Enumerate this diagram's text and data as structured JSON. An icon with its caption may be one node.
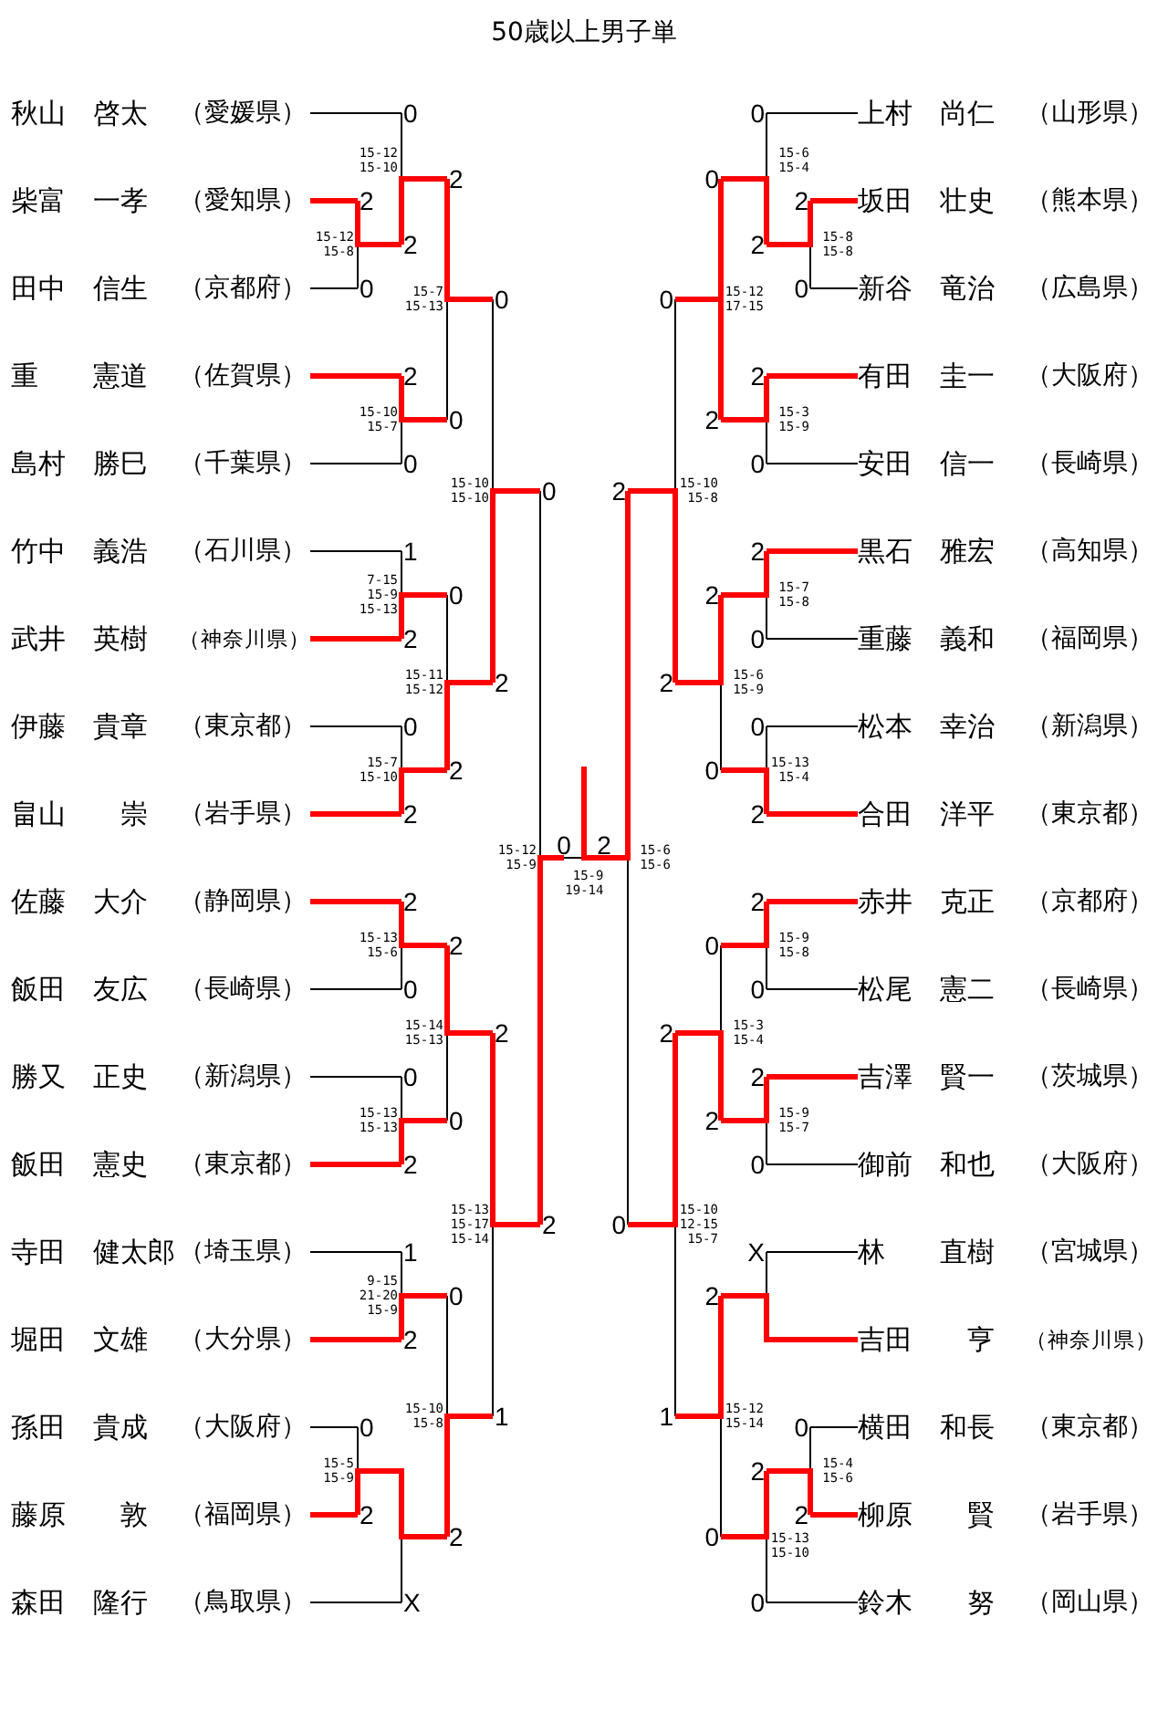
{
  "diagram": {
    "title": "50歳以上男子単",
    "nodes": [
      {
        "text": [
          "秋山　啓太",
          "（愛媛県）"
        ]
      },
      {
        "text": [
          "柴富　一孝",
          "（愛知県）"
        ]
      },
      {
        "text": [
          "田中　信生",
          "（京都府）"
        ]
      },
      {
        "text": [
          "重　　憲道",
          "（佐賀県）"
        ]
      },
      {
        "text": [
          "島村　勝巳",
          "（千葉県）"
        ]
      },
      {
        "text": [
          "竹中　義浩",
          "（石川県）"
        ]
      },
      {
        "text": [
          "武井　英樹",
          "（神奈川県）"
        ]
      },
      {
        "text": [
          "伊藤　貴章",
          "（東京都）"
        ]
      },
      {
        "text": [
          "畠山　　崇",
          "（岩手県）"
        ]
      },
      {
        "text": [
          "佐藤　大介",
          "（静岡県）"
        ]
      },
      {
        "text": [
          "飯田　友広",
          "（長崎県）"
        ]
      },
      {
        "text": [
          "勝又　正史",
          "（新潟県）"
        ]
      },
      {
        "text": [
          "飯田　憲史",
          "（東京都）"
        ]
      },
      {
        "text": [
          "寺田　健太郎",
          "（埼玉県）"
        ]
      },
      {
        "text": [
          "堀田　文雄",
          "（大分県）"
        ]
      },
      {
        "text": [
          "孫田　貴成",
          "（大阪府）"
        ]
      },
      {
        "text": [
          "藤原　　敦",
          "（福岡県）"
        ]
      },
      {
        "text": [
          "森田　隆行",
          "（鳥取県）"
        ]
      },
      {
        "text": [
          "上村　尚仁",
          "（山形県）"
        ]
      },
      {
        "text": [
          "坂田　壮史",
          "（熊本県）"
        ]
      },
      {
        "text": [
          "新谷　竜治",
          "（広島県）"
        ]
      },
      {
        "text": [
          "有田　圭一",
          "（大阪府）"
        ]
      },
      {
        "text": [
          "安田　信一",
          "（長崎県）"
        ]
      },
      {
        "text": [
          "黒石　雅宏",
          "（高知県）"
        ]
      },
      {
        "text": [
          "重藤　義和",
          "（福岡県）"
        ]
      },
      {
        "text": [
          "松本　幸治",
          "（新潟県）"
        ]
      },
      {
        "text": [
          "合田　洋平",
          "（東京都）"
        ]
      },
      {
        "text": [
          "赤井　克正",
          "（京都府）"
        ]
      },
      {
        "text": [
          "松尾　憲二",
          "（長崎県）"
        ]
      },
      {
        "text": [
          "吉澤　賢一",
          "（茨城県）"
        ]
      },
      {
        "text": [
          "御前　和也",
          "（大阪府）"
        ]
      },
      {
        "text": [
          "林　　直樹",
          "（宮城県）"
        ]
      },
      {
        "text": [
          "吉田　　亨",
          "（神奈川県）"
        ]
      },
      {
        "text": [
          "横田　和長",
          "（東京都）"
        ]
      },
      {
        "text": [
          "柳原　　賢",
          "（岩手県）"
        ]
      },
      {
        "text": [
          "鈴木　　努",
          "（岡山県）"
        ]
      },
      {
        "text": [
          "2"
        ]
      },
      {
        "text": [
          "0"
        ]
      },
      {
        "text": [
          "0"
        ]
      },
      {
        "text": [
          "2"
        ]
      },
      {
        "text": [
          "0"
        ]
      },
      {
        "text": [
          "2"
        ]
      },
      {
        "text": [
          "2"
        ]
      },
      {
        "text": [
          "0"
        ]
      },
      {
        "text": [
          "1"
        ]
      },
      {
        "text": [
          "2"
        ]
      },
      {
        "text": [
          "0"
        ]
      },
      {
        "text": [
          "2"
        ]
      },
      {
        "text": [
          "2"
        ]
      },
      {
        "text": [
          "0"
        ]
      },
      {
        "text": [
          "0"
        ]
      },
      {
        "text": [
          "2"
        ]
      },
      {
        "text": [
          "1"
        ]
      },
      {
        "text": [
          "2"
        ]
      },
      {
        "text": [
          "X"
        ]
      },
      {
        "text": [
          "2"
        ]
      },
      {
        "text": [
          "0"
        ]
      },
      {
        "text": [
          "0"
        ]
      },
      {
        "text": [
          "2"
        ]
      },
      {
        "text": [
          "2"
        ]
      },
      {
        "text": [
          "0"
        ]
      },
      {
        "text": [
          "0"
        ]
      },
      {
        "text": [
          "2"
        ]
      },
      {
        "text": [
          "0"
        ]
      },
      {
        "text": [
          "2"
        ]
      },
      {
        "text": [
          "2"
        ]
      },
      {
        "text": [
          "1"
        ]
      },
      {
        "text": [
          "0"
        ]
      },
      {
        "text": [
          "2"
        ]
      },
      {
        "text": [
          "0"
        ]
      },
      {
        "text": [
          "2"
        ]
      },
      {
        "text": [
          "2"
        ]
      },
      {
        "text": [
          "0"
        ]
      },
      {
        "text": [
          "0"
        ]
      },
      {
        "text": [
          "2"
        ]
      },
      {
        "text": [
          "0"
        ]
      },
      {
        "text": [
          "2"
        ]
      },
      {
        "text": [
          "2"
        ]
      },
      {
        "text": [
          "0"
        ]
      },
      {
        "text": [
          "2"
        ]
      },
      {
        "text": [
          "0"
        ]
      },
      {
        "text": [
          "0"
        ]
      },
      {
        "text": [
          "2"
        ]
      },
      {
        "text": [
          "2"
        ]
      },
      {
        "text": [
          "0"
        ]
      },
      {
        "text": [
          "2"
        ]
      },
      {
        "text": [
          "0"
        ]
      },
      {
        "text": [
          "X"
        ]
      },
      {
        "text": [
          "2"
        ]
      },
      {
        "text": [
          "0"
        ]
      },
      {
        "text": [
          "0"
        ]
      },
      {
        "text": [
          "2"
        ]
      },
      {
        "text": [
          "2"
        ]
      },
      {
        "text": [
          "0"
        ]
      },
      {
        "text": [
          "0"
        ]
      },
      {
        "text": [
          "2"
        ]
      },
      {
        "text": [
          "2"
        ]
      },
      {
        "text": [
          "0"
        ]
      },
      {
        "text": [
          "0"
        ]
      },
      {
        "text": [
          "2"
        ]
      },
      {
        "text": [
          "2"
        ]
      },
      {
        "text": [
          "1"
        ]
      },
      {
        "text": [
          "2"
        ]
      },
      {
        "text": [
          "0"
        ]
      }
    ],
    "edges": [
      {
        "from": 0,
        "to": 40,
        "arrow": "none"
      },
      {
        "from": 1,
        "to": 36,
        "arrow": "none",
        "style": "thick",
        "color": "#ff0000"
      },
      {
        "from": 2,
        "to": 37,
        "arrow": "none"
      },
      {
        "from": 3,
        "to": 42,
        "arrow": "none",
        "style": "thick",
        "color": "#ff0000"
      },
      {
        "from": 4,
        "to": 43,
        "arrow": "none"
      },
      {
        "from": 5,
        "to": 44,
        "arrow": "none"
      },
      {
        "from": 6,
        "to": 45,
        "arrow": "none",
        "style": "thick",
        "color": "#ff0000"
      },
      {
        "from": 7,
        "to": 46,
        "arrow": "none"
      },
      {
        "from": 8,
        "to": 47,
        "arrow": "none",
        "style": "thick",
        "color": "#ff0000"
      },
      {
        "from": 9,
        "to": 48,
        "arrow": "none",
        "style": "thick",
        "color": "#ff0000"
      },
      {
        "from": 10,
        "to": 49,
        "arrow": "none"
      },
      {
        "from": 11,
        "to": 50,
        "arrow": "none"
      },
      {
        "from": 12,
        "to": 51,
        "arrow": "none",
        "style": "thick",
        "color": "#ff0000"
      },
      {
        "from": 13,
        "to": 52,
        "arrow": "none"
      },
      {
        "from": 14,
        "to": 53,
        "arrow": "none",
        "style": "thick",
        "color": "#ff0000"
      },
      {
        "from": 15,
        "to": 38,
        "arrow": "none"
      },
      {
        "from": 16,
        "to": 39,
        "arrow": "none",
        "style": "thick",
        "color": "#ff0000"
      },
      {
        "from": 17,
        "to": 54,
        "arrow": "none"
      },
      {
        "from": 18,
        "to": 75,
        "arrow": "none"
      },
      {
        "from": 19,
        "to": 71,
        "arrow": "none",
        "style": "thick",
        "color": "#ff0000"
      },
      {
        "from": 20,
        "to": 72,
        "arrow": "none"
      },
      {
        "from": 21,
        "to": 77,
        "arrow": "none",
        "style": "thick",
        "color": "#ff0000"
      },
      {
        "from": 22,
        "to": 78,
        "arrow": "none"
      },
      {
        "from": 23,
        "to": 79,
        "arrow": "none",
        "style": "thick",
        "color": "#ff0000"
      },
      {
        "from": 24,
        "to": 80,
        "arrow": "none"
      },
      {
        "from": 25,
        "to": 81,
        "arrow": "none"
      },
      {
        "from": 26,
        "to": 82,
        "arrow": "none",
        "style": "thick",
        "color": "#ff0000"
      },
      {
        "from": 27,
        "to": 83,
        "arrow": "none",
        "style": "thick",
        "color": "#ff0000"
      },
      {
        "from": 28,
        "to": 84,
        "arrow": "none"
      },
      {
        "from": 29,
        "to": 85,
        "arrow": "none",
        "style": "thick",
        "color": "#ff0000"
      },
      {
        "from": 30,
        "to": 86,
        "arrow": "none"
      },
      {
        "from": 31,
        "to": 87,
        "arrow": "none"
      },
      {
        "from": 32,
        "to": 96,
        "arrow": "none",
        "style": "thick",
        "color": "#ff0000"
      },
      {
        "from": 33,
        "to": 73,
        "arrow": "none"
      },
      {
        "from": 34,
        "to": 74,
        "arrow": "none",
        "style": "thick",
        "color": "#ff0000"
      },
      {
        "from": 35,
        "to": 89,
        "arrow": "none"
      },
      {
        "from": 36,
        "to": 41,
        "arrow": "none",
        "style": "thick",
        "color": "#ff0000",
        "label": "15-12 15-8"
      },
      {
        "from": 37,
        "to": 41,
        "arrow": "none"
      },
      {
        "from": 40,
        "to": 55,
        "arrow": "none"
      },
      {
        "from": 41,
        "to": 55,
        "arrow": "none",
        "style": "thick",
        "color": "#ff0000",
        "label": "15-12 15-10"
      },
      {
        "from": 42,
        "to": 56,
        "arrow": "none",
        "style": "thick",
        "color": "#ff0000",
        "label": "15-10 15-7"
      },
      {
        "from": 43,
        "to": 56,
        "arrow": "none"
      },
      {
        "from": 55,
        "to": 63,
        "arrow": "none",
        "style": "thick",
        "color": "#ff0000",
        "label": "15-7 15-13"
      },
      {
        "from": 56,
        "to": 63,
        "arrow": "none"
      },
      {
        "from": 44,
        "to": 57,
        "arrow": "none"
      },
      {
        "from": 45,
        "to": 57,
        "arrow": "none",
        "style": "thick",
        "color": "#ff0000",
        "label": "7-15 15-9 15-13"
      },
      {
        "from": 46,
        "to": 58,
        "arrow": "none"
      },
      {
        "from": 47,
        "to": 58,
        "arrow": "none",
        "style": "thick",
        "color": "#ff0000",
        "label": "15-7 15-10"
      },
      {
        "from": 57,
        "to": 64,
        "arrow": "none"
      },
      {
        "from": 58,
        "to": 64,
        "arrow": "none",
        "style": "thick",
        "color": "#ff0000",
        "label": "15-11 15-12"
      },
      {
        "from": 63,
        "to": 67,
        "arrow": "none"
      },
      {
        "from": 64,
        "to": 67,
        "arrow": "none",
        "style": "thick",
        "color": "#ff0000",
        "label": "15-10 15-10"
      },
      {
        "from": 48,
        "to": 59,
        "arrow": "none",
        "style": "thick",
        "color": "#ff0000",
        "label": "15-13 15-6"
      },
      {
        "from": 49,
        "to": 59,
        "arrow": "none"
      },
      {
        "from": 50,
        "to": 60,
        "arrow": "none"
      },
      {
        "from": 51,
        "to": 60,
        "arrow": "none",
        "style": "thick",
        "color": "#ff0000",
        "label": "15-13 15-13"
      },
      {
        "from": 59,
        "to": 65,
        "arrow": "none",
        "style": "thick",
        "color": "#ff0000",
        "label": "15-14 15-13"
      },
      {
        "from": 60,
        "to": 65,
        "arrow": "none"
      },
      {
        "from": 52,
        "to": 61,
        "arrow": "none"
      },
      {
        "from": 53,
        "to": 61,
        "arrow": "none",
        "style": "thick",
        "color": "#ff0000",
        "label": "9-15 21-20 15-9"
      },
      {
        "from": 38,
        "to": 39,
        "arrow": "none"
      },
      {
        "from": 39,
        "to": 62,
        "arrow": "none",
        "style": "thick",
        "color": "#ff0000",
        "label": "15-5 15-9"
      },
      {
        "from": 54,
        "to": 62,
        "arrow": "none"
      },
      {
        "from": 61,
        "to": 66,
        "arrow": "none"
      },
      {
        "from": 62,
        "to": 66,
        "arrow": "none",
        "style": "thick",
        "color": "#ff0000",
        "label": "15-10 15-8"
      },
      {
        "from": 65,
        "to": 68,
        "arrow": "none",
        "style": "thick",
        "color": "#ff0000",
        "label": "15-13 15-17 15-14"
      },
      {
        "from": 66,
        "to": 68,
        "arrow": "none"
      },
      {
        "from": 67,
        "to": 69,
        "arrow": "none"
      },
      {
        "from": 68,
        "to": 69,
        "arrow": "none",
        "style": "thick",
        "color": "#ff0000",
        "label": "15-12 15-9"
      },
      {
        "from": 69,
        "to": 70,
        "arrow": "none"
      },
      {
        "from": 70,
        "to": null,
        "arrow": "none",
        "style": "thick",
        "color": "#ff0000",
        "label": "15-9 19-14"
      },
      {
        "from": 71,
        "to": 76,
        "arrow": "none",
        "style": "thick",
        "color": "#ff0000",
        "label": "15-8 15-8"
      },
      {
        "from": 72,
        "to": 76,
        "arrow": "none"
      },
      {
        "from": 75,
        "to": 90,
        "arrow": "none"
      },
      {
        "from": 76,
        "to": 90,
        "arrow": "none",
        "style": "thick",
        "color": "#ff0000",
        "label": "15-6 15-4"
      },
      {
        "from": 77,
        "to": 91,
        "arrow": "none",
        "style": "thick",
        "color": "#ff0000",
        "label": "15-3 15-9"
      },
      {
        "from": 78,
        "to": 91,
        "arrow": "none"
      },
      {
        "from": 90,
        "to": 98,
        "arrow": "none",
        "style": "thick",
        "color": "#ff0000"
      },
      {
        "from": 91,
        "to": 98,
        "arrow": "none",
        "style": "thick",
        "color": "#ff0000",
        "label": "15-12 17-15"
      },
      {
        "from": 79,
        "to": 92,
        "arrow": "none",
        "style": "thick",
        "color": "#ff0000",
        "label": "15-7 15-8"
      },
      {
        "from": 80,
        "to": 92,
        "arrow": "none"
      },
      {
        "from": 81,
        "to": 93,
        "arrow": "none"
      },
      {
        "from": 82,
        "to": 93,
        "arrow": "none",
        "style": "thick",
        "color": "#ff0000",
        "label": "15-13 15-4"
      },
      {
        "from": 92,
        "to": 99,
        "arrow": "none",
        "style": "thick",
        "color": "#ff0000",
        "label": "15-6 15-9"
      },
      {
        "from": 93,
        "to": 99,
        "arrow": "none"
      },
      {
        "from": 98,
        "to": 102,
        "arrow": "none"
      },
      {
        "from": 99,
        "to": 102,
        "arrow": "none",
        "style": "thick",
        "color": "#ff0000",
        "label": "15-10 15-8"
      },
      {
        "from": 83,
        "to": 94,
        "arrow": "none",
        "style": "thick",
        "color": "#ff0000",
        "label": "15-9 15-8"
      },
      {
        "from": 84,
        "to": 94,
        "arrow": "none"
      },
      {
        "from": 85,
        "to": 95,
        "arrow": "none",
        "style": "thick",
        "color": "#ff0000",
        "label": "15-9 15-7"
      },
      {
        "from": 86,
        "to": 95,
        "arrow": "none"
      },
      {
        "from": 94,
        "to": 100,
        "arrow": "none"
      },
      {
        "from": 95,
        "to": 100,
        "arrow": "none",
        "style": "thick",
        "color": "#ff0000",
        "label": "15-3 15-4"
      },
      {
        "from": 87,
        "to": 96,
        "arrow": "none"
      },
      {
        "from": 73,
        "to": 88,
        "arrow": "none"
      },
      {
        "from": 74,
        "to": 88,
        "arrow": "none",
        "style": "thick",
        "color": "#ff0000",
        "label": "15-4 15-6"
      },
      {
        "from": 88,
        "to": 97,
        "arrow": "none",
        "style": "thick",
        "color": "#ff0000",
        "label": "15-13 15-10"
      },
      {
        "from": 89,
        "to": 97,
        "arrow": "none"
      },
      {
        "from": 96,
        "to": 101,
        "arrow": "none",
        "style": "thick",
        "color": "#ff0000",
        "label": "15-12 15-14"
      },
      {
        "from": 97,
        "to": 101,
        "arrow": "none"
      },
      {
        "from": 100,
        "to": 103,
        "arrow": "none",
        "style": "thick",
        "color": "#ff0000",
        "label": "15-10 12-15 15-7"
      },
      {
        "from": 101,
        "to": 103,
        "arrow": "none"
      },
      {
        "from": 102,
        "to": 70,
        "arrow": "none",
        "style": "thick",
        "color": "#ff0000",
        "label": "15-6 15-6"
      },
      {
        "from": 103,
        "to": 70,
        "arrow": "none"
      }
    ]
  }
}
